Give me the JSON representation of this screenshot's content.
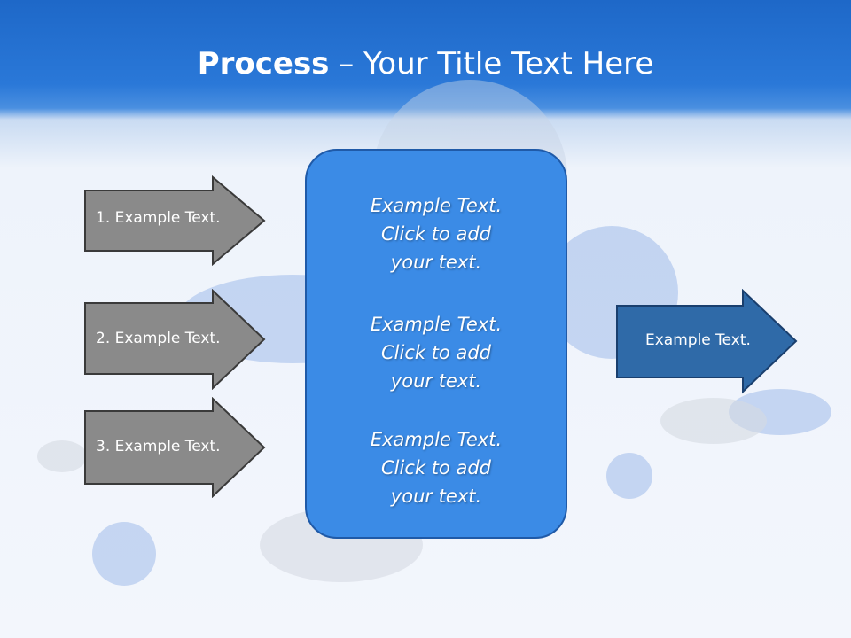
{
  "slide": {
    "title_bold": "Process",
    "title_rest": " – Your Title Text Here",
    "steps": [
      {
        "label": "1. Example Text."
      },
      {
        "label": "2. Example Text."
      },
      {
        "label": "3. Example Text."
      }
    ],
    "center_blocks": [
      {
        "lines": [
          "Example Text.",
          "Click  to add",
          "your text."
        ]
      },
      {
        "lines": [
          "Example Text.",
          "Click  to add",
          "your text."
        ]
      },
      {
        "lines": [
          "Example Text.",
          "Click  to add",
          "your text."
        ]
      }
    ],
    "output": {
      "label": "Example Text."
    }
  },
  "colors": {
    "header_blue": "#1e68c8",
    "step_arrow_gray": "#8a8a8a",
    "center_box_blue": "#3b8be6",
    "output_arrow_blue": "#2f6aa8"
  }
}
